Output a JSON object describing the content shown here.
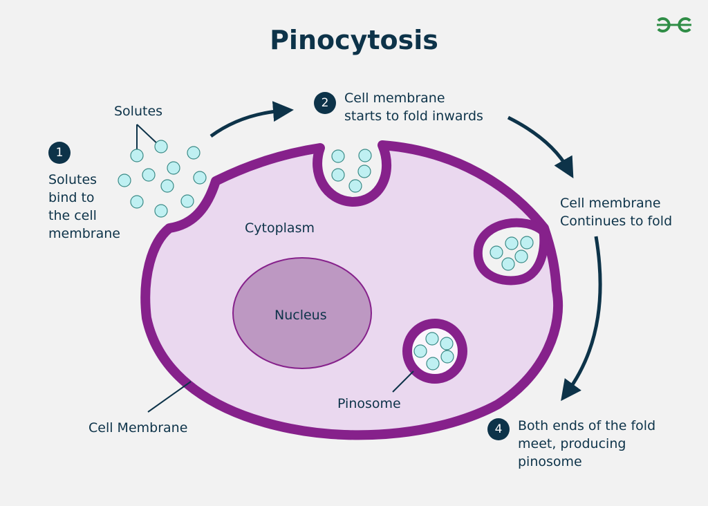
{
  "title": "Pinocytosis",
  "logo": {
    "icon": "geeksforgeeks-logo-icon",
    "color": "#2f8d46"
  },
  "colors": {
    "text": "#0d3349",
    "membrane": "#86218b",
    "cytoplasm": "#ead8ef",
    "nucleus": "#bd98c2",
    "solute_fill": "#bff0f2",
    "solute_stroke": "#3a8a86",
    "background": "#f2f2f2"
  },
  "steps": [
    {
      "number": "1",
      "text": "Solutes\nbind to\nthe cell\nmembrane"
    },
    {
      "number": "2",
      "text": "Cell membrane\nstarts to fold inwards"
    },
    {
      "number": "",
      "text": "Cell membrane\nContinues to fold"
    },
    {
      "number": "4",
      "text": "Both ends of the fold\nmeet, producing\npinosome"
    }
  ],
  "labels": {
    "solutes": "Solutes",
    "cytoplasm": "Cytoplasm",
    "nucleus": "Nucleus",
    "pinosome": "Pinosome",
    "cell_membrane": "Cell Membrane"
  }
}
